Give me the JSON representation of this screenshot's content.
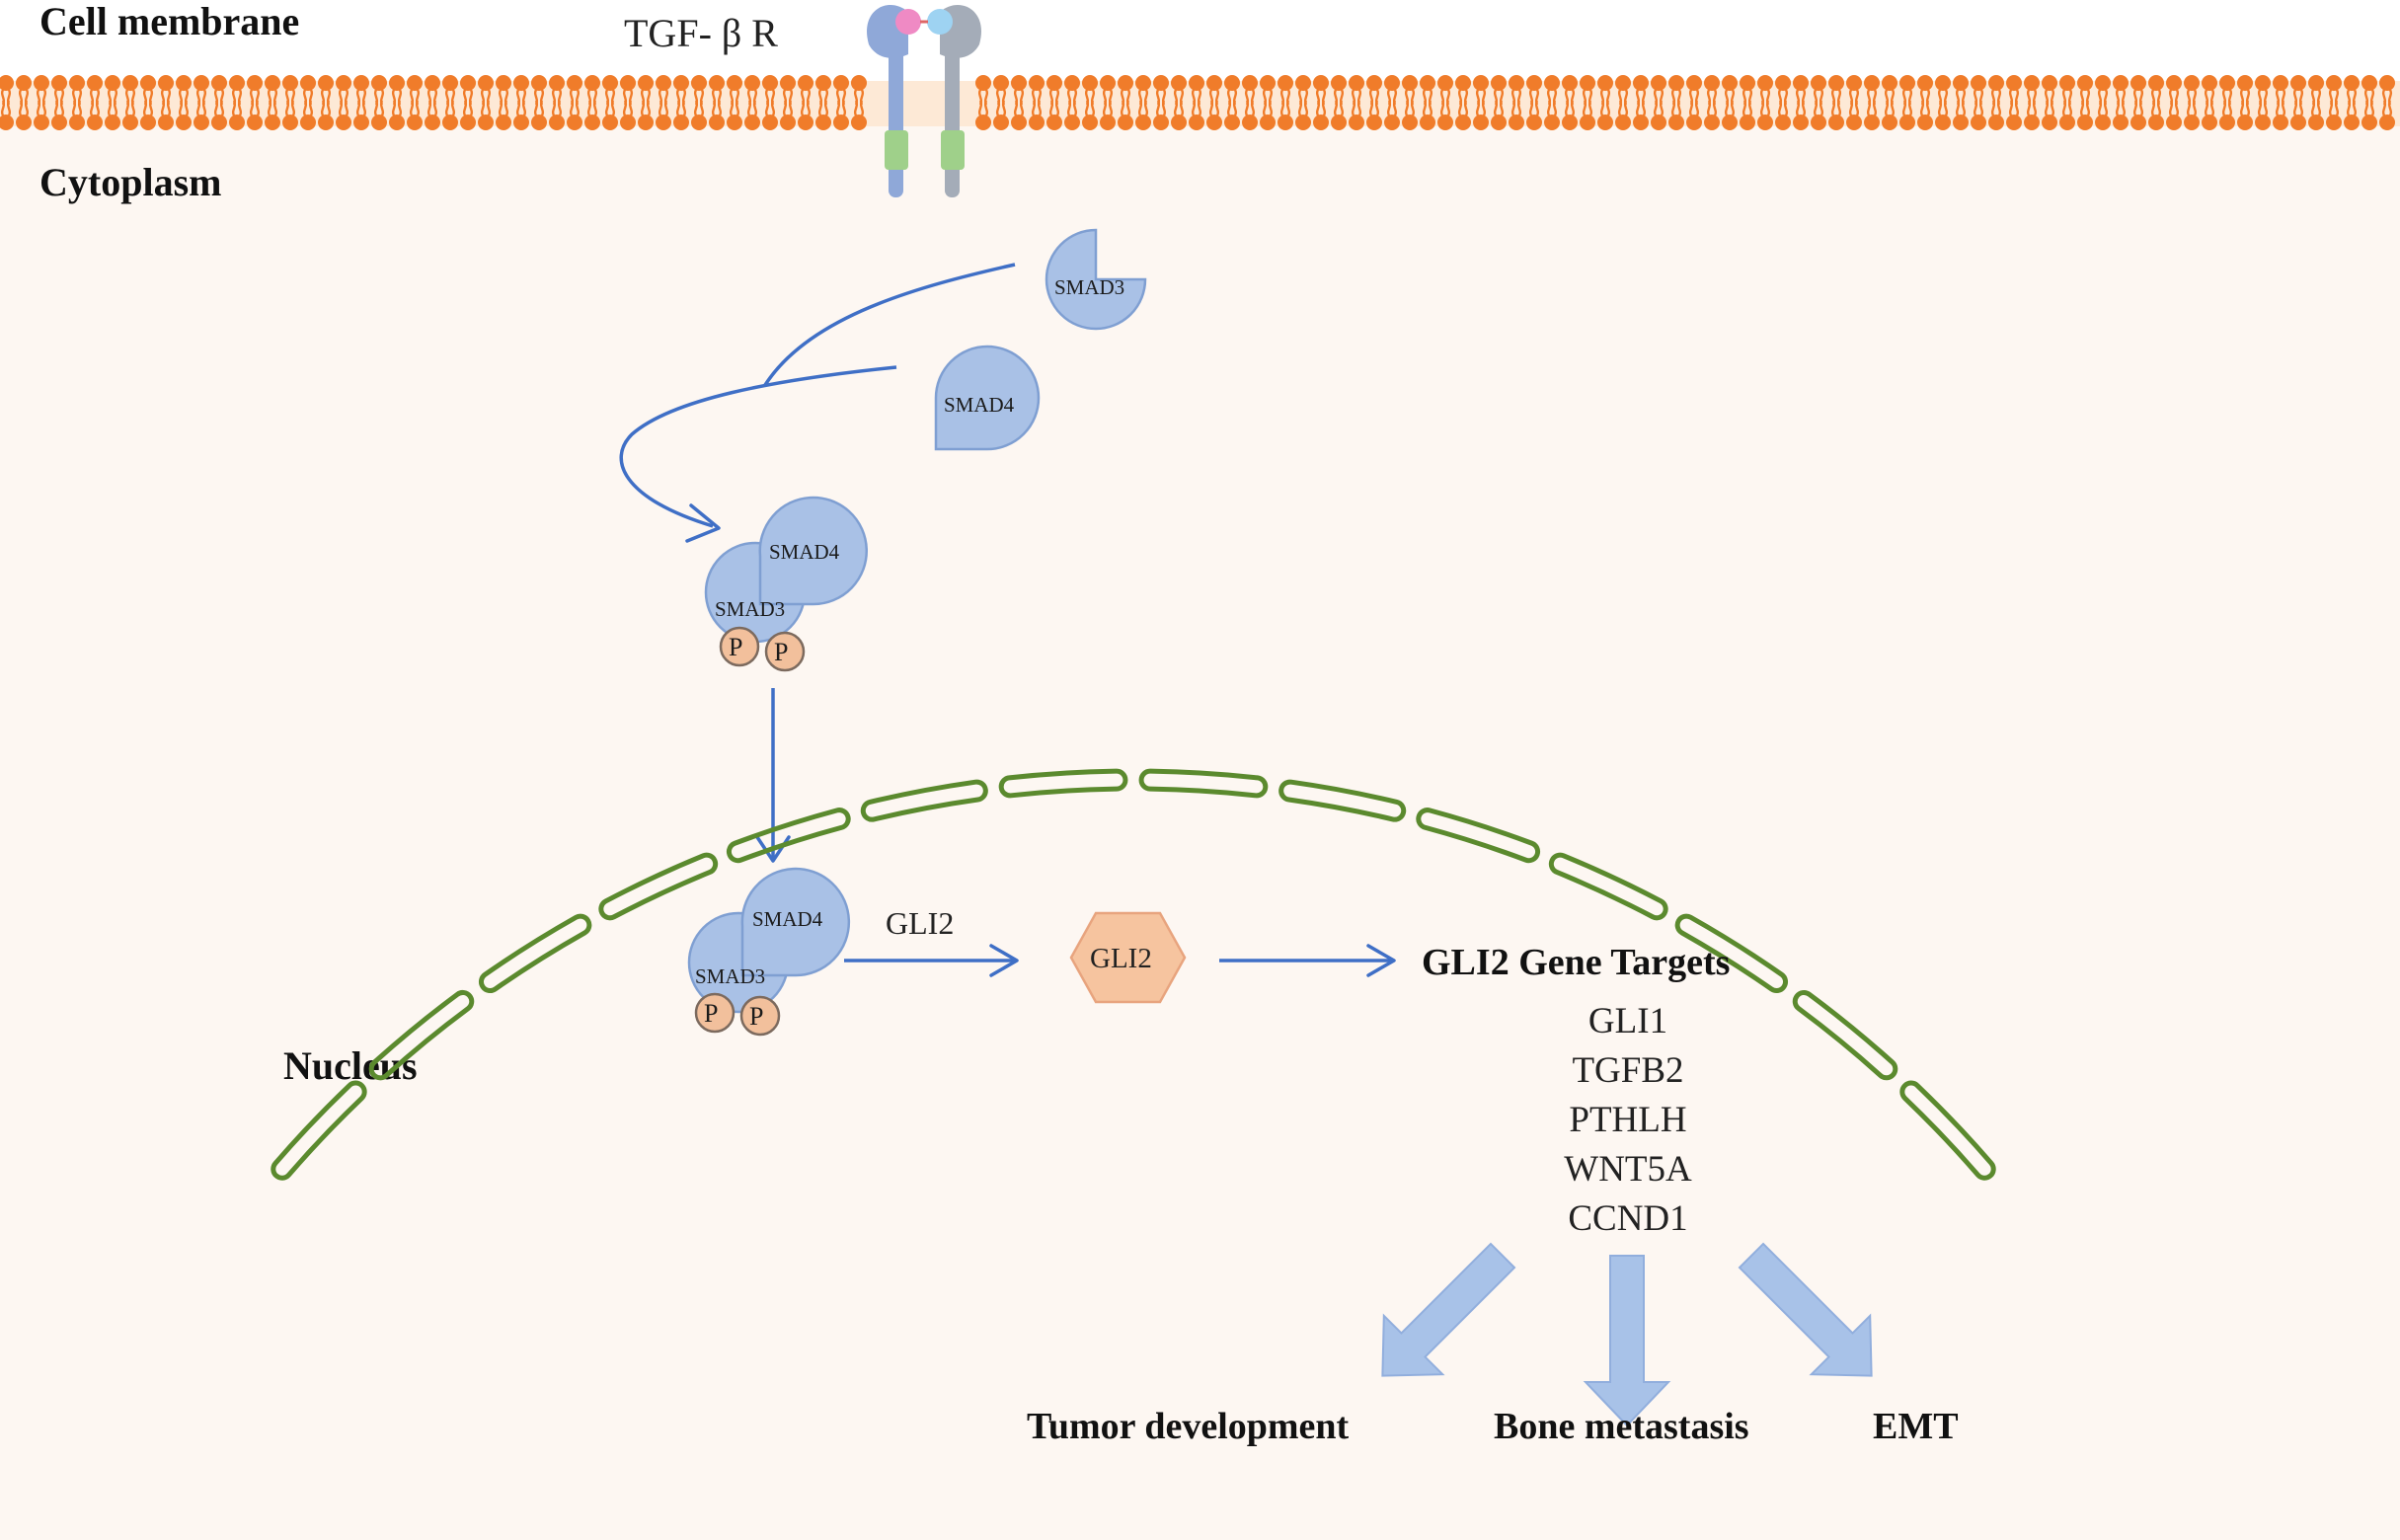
{
  "compartments": {
    "cell_membrane": "Cell membrane",
    "cytoplasm": "Cytoplasm",
    "nucleus": "Nucleus"
  },
  "receptor": {
    "label": "TGF- β R"
  },
  "proteins": {
    "smad3": "SMAD3",
    "smad4": "SMAD4",
    "phospho": "P",
    "gli2": "GLI2"
  },
  "edges": {
    "smad_to_gli2": "GLI2"
  },
  "targets": {
    "heading": "GLI2 Gene Targets",
    "genes": [
      "GLI1",
      "TGFB2",
      "PTHLH",
      "WNT5A",
      "CCND1"
    ]
  },
  "outcomes": [
    "Tumor development",
    "Bone metastasis",
    "EMT"
  ],
  "colors": {
    "background": "#fdf7f2",
    "membrane": "#f07c2a",
    "protein": "#a9c1e6",
    "phosphate": "#f2c09c",
    "gli2": "#f6c49f",
    "nuclear_envelope": "#5b8a2e",
    "arrow": "#3f6fc6"
  }
}
